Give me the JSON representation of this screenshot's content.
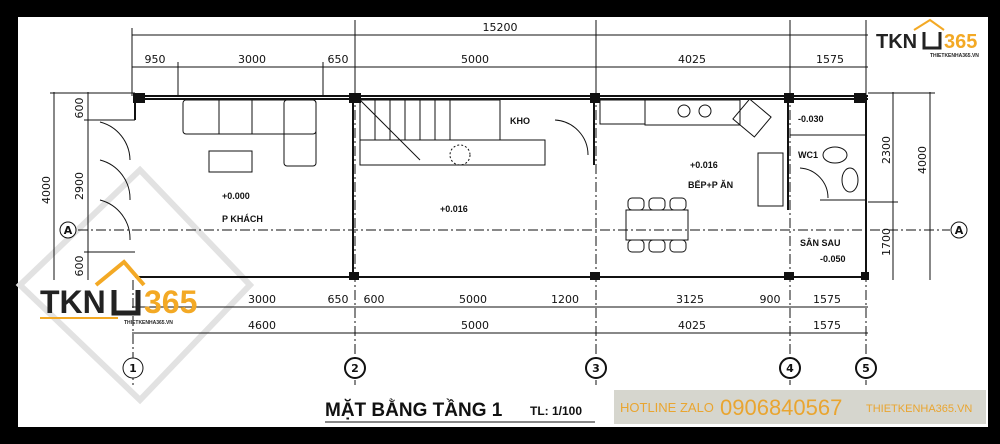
{
  "drawing": {
    "title": "MẶT BẰNG TẦNG 1",
    "scale": "TL: 1/100",
    "overall_dimension": "15200",
    "top_dimensions": [
      "950",
      "3000",
      "650",
      "5000",
      "4025",
      "1575"
    ],
    "bottom_dimensions_detail": [
      "3000",
      "650",
      "600",
      "5000",
      "1200",
      "3125",
      "900",
      "1575"
    ],
    "bottom_dimensions_axis": [
      "4600",
      "5000",
      "4025",
      "1575"
    ],
    "left_dimensions": [
      "600",
      "2900",
      "600"
    ],
    "left_overall": "4000",
    "right_dimensions": [
      "2300",
      "1700"
    ],
    "right_overall": "4000",
    "axis_labels_x": [
      "1",
      "2",
      "3",
      "4",
      "5"
    ],
    "axis_label_y": "A",
    "rooms": {
      "living": "P KHÁCH",
      "storage": "KHO",
      "kitchen": "BẾP+P ĂN",
      "wc": "WC1",
      "laundry": "SÂN SAU"
    },
    "levels": {
      "living": "+0.000",
      "stair": "+0.016",
      "kitchen": "+0.016",
      "wc": "-0.030",
      "laundry": "-0.050"
    }
  },
  "watermark": {
    "brand_main": "TKN",
    "brand_accent": "365",
    "brand_url": "THIETKENHA365.VN",
    "hotline": "HOTLINE ZALO",
    "phone": "0906840567",
    "site": "THIETKENHA365.VN"
  },
  "colors": {
    "accent": "#f3a925",
    "ink": "#111111",
    "paper": "#ffffff"
  }
}
